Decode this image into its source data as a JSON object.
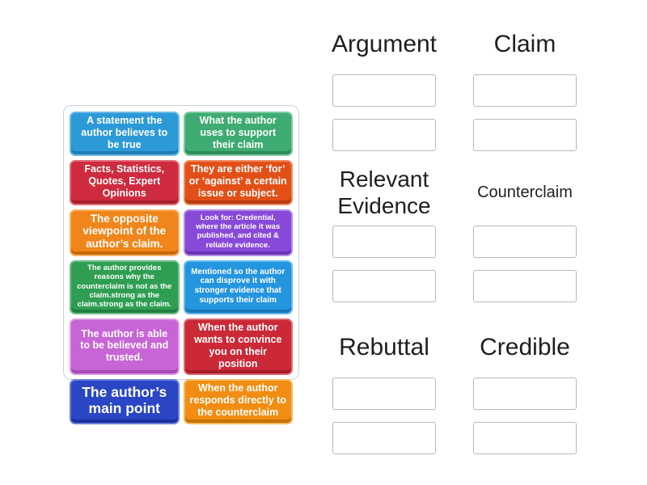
{
  "groups": [
    {
      "label": "Argument"
    },
    {
      "label": "Claim"
    },
    {
      "label": "Relevant Evidence"
    },
    {
      "label": "Counterclaim"
    },
    {
      "label": "Rebuttal"
    },
    {
      "label": "Credible"
    }
  ],
  "cards": {
    "tiles": [
      {
        "text": "A statement the author believes to be true",
        "fill": "#2d9ad8",
        "border": "#6abae6",
        "shade": "#1e7eb4"
      },
      {
        "text": "What the author uses to support their claim",
        "fill": "#3eac72",
        "border": "#7cca9f",
        "shade": "#2c8b57"
      },
      {
        "text": "Facts, Statistics, Quotes, Expert Opinions",
        "fill": "#ce2b3e",
        "border": "#e06c79",
        "shade": "#a81e2f"
      },
      {
        "text": "They are either ‘for’ or ‘against’ a certain issue or subject.",
        "fill": "#e25018",
        "border": "#ee8b60",
        "shade": "#b83c0e"
      },
      {
        "text": "The opposite viewpoint of the author’s claim.",
        "fill": "#f0861b",
        "border": "#f6b266",
        "shade": "#c7690a"
      },
      {
        "text": "Look for: Credential, where the article it was published, and cited & reliable evidence.",
        "fill": "#8849d9",
        "border": "#b18ce8",
        "shade": "#6a32b2"
      },
      {
        "text": "The author provides reasons why the counterclaim is not as the claim.strong as the claim.strong as the claim.",
        "fill": "#2f9e53",
        "border": "#6fc08c",
        "shade": "#217f40"
      },
      {
        "text": "Mentioned so the author can disprove it with stronger evidence that supports their claim",
        "fill": "#2495df",
        "border": "#67baec",
        "shade": "#1877b6"
      },
      {
        "text": "The author is able to be believed and trusted.",
        "fill": "#c765d7",
        "border": "#db9ce5",
        "shade": "#a649b6"
      },
      {
        "text": "When the author wants to convince you on their position",
        "fill": "#cb2936",
        "border": "#de6c76",
        "shade": "#a51d28"
      },
      {
        "text": "The author’s main point",
        "fill": "#2a46c5",
        "border": "#6a7fdb",
        "shade": "#1b309e"
      },
      {
        "text": "When the author responds directly to the counterclaim",
        "fill": "#f18d12",
        "border": "#f6b95f",
        "shade": "#c77005"
      }
    ]
  }
}
